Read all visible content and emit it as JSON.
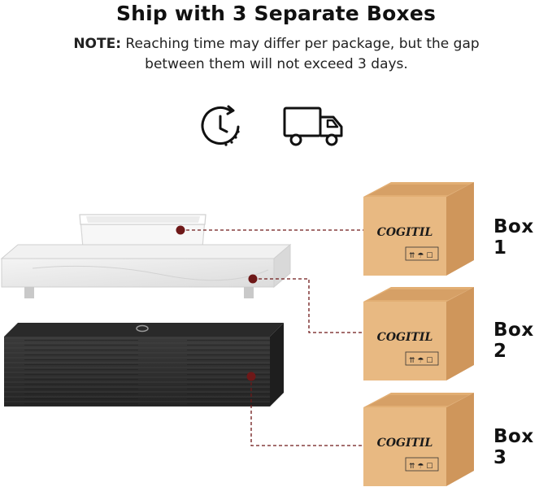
{
  "header": {
    "title": "Ship with 3 Separate Boxes",
    "note_label": "NOTE:",
    "note_text": " Reaching time may differ per package, but the gap between them will not exceed 3 days."
  },
  "icons": [
    "clock-icon",
    "delivery-truck-icon"
  ],
  "boxes": [
    {
      "label": "Box 1",
      "brand": "COGITIL"
    },
    {
      "label": "Box 2",
      "brand": "COGITIL"
    },
    {
      "label": "Box 3",
      "brand": "COGITIL"
    }
  ],
  "colors": {
    "cardboard": "#E7B77F",
    "cardboard_dark": "#C99257",
    "marker": "#6E1818",
    "countertop": "#ECECEC",
    "cabinet": "#2E2E2E"
  }
}
